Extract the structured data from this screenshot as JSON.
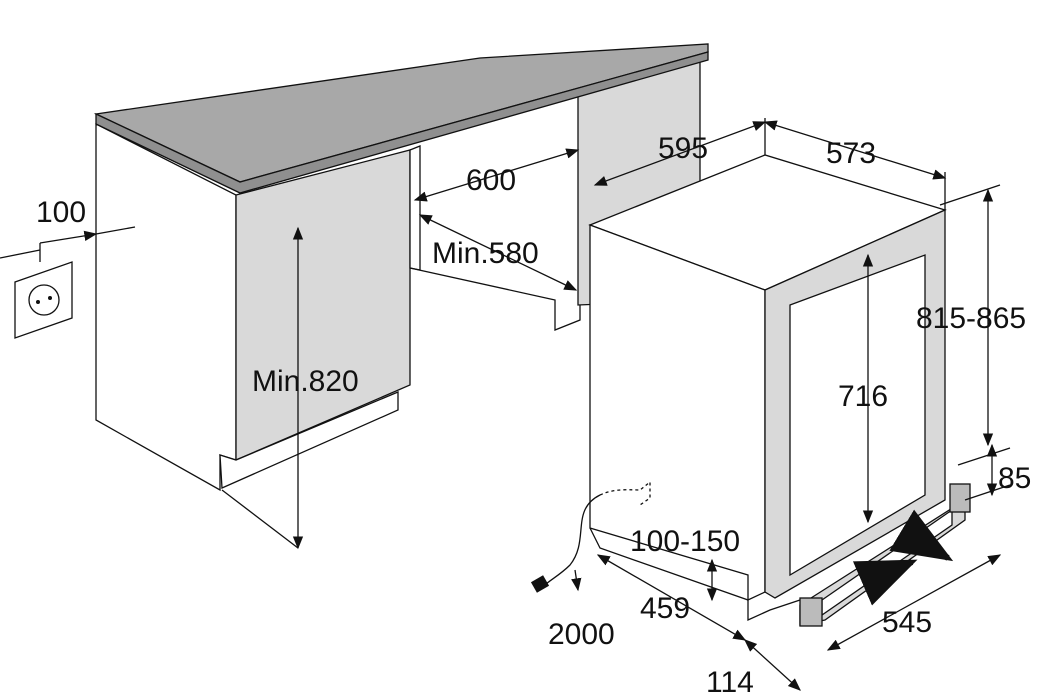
{
  "colors": {
    "countertop": "#a8a8a8",
    "panel": "#d9d9d9",
    "white": "#ffffff",
    "line": "#111111"
  },
  "dimensions": {
    "wall_offset": "100",
    "cabinet_opening_width": "600",
    "min_opening_width": "Min.580",
    "min_opening_height": "Min.820",
    "appliance_width": "595",
    "appliance_depth": "573",
    "appliance_height": "815-865",
    "door_window_height": "716",
    "plinth_height": "85",
    "plinth_adjust": "100-150",
    "side_depth": "459",
    "cable_length": "2000",
    "plinth_width": "545",
    "plinth_depth": "114"
  }
}
